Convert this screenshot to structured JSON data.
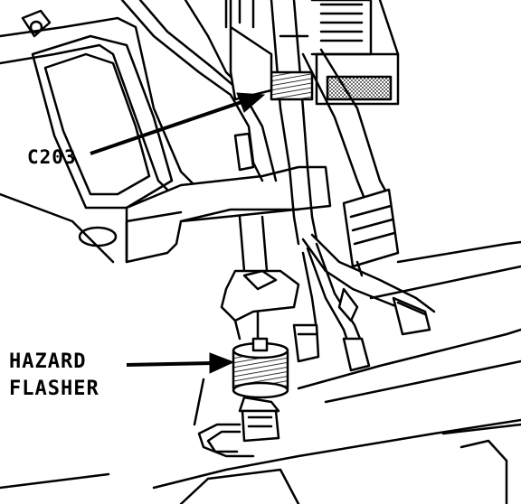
{
  "labels": {
    "connector": "C203",
    "flasher_line1": "HAZARD",
    "flasher_line2": "FLASHER"
  },
  "colors": {
    "ink": "#000000",
    "paper": "#ffffff"
  }
}
